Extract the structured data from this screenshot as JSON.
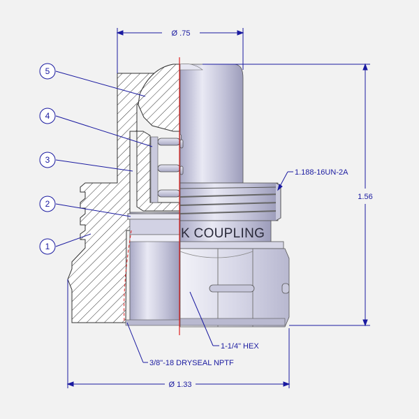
{
  "drawing": {
    "callouts": [
      {
        "id": "callout-1",
        "number": "1"
      },
      {
        "id": "callout-2",
        "number": "2"
      },
      {
        "id": "callout-3",
        "number": "3"
      },
      {
        "id": "callout-4",
        "number": "4"
      },
      {
        "id": "callout-5",
        "number": "5"
      }
    ],
    "dimensions": {
      "top_diameter": "Ø .75",
      "height": "1.56",
      "thread": "1.188-16UN-2A",
      "hex": "1-1/4\" HEX",
      "pipe_thread": "3/8\"-18 DRYSEAL NPTF",
      "bottom_diameter": "Ø 1.33"
    },
    "body_label": "K COUPLING",
    "colors": {
      "dimension_line": "#1a1aa0",
      "section_line": "#e02020",
      "metal": "#c9c9dd",
      "background": "#f2f2f2"
    }
  }
}
